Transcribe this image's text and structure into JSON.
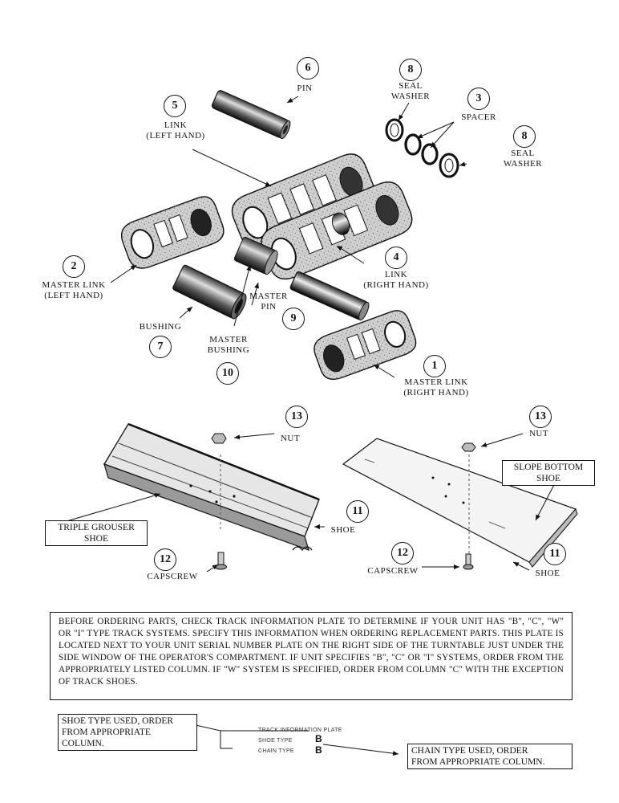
{
  "callouts": [
    {
      "id": "pin",
      "number": "6",
      "label": "PIN"
    },
    {
      "id": "seal-washer-top",
      "number": "8",
      "label": "SEAL\nWASHER"
    },
    {
      "id": "spacer",
      "number": "3",
      "label": "SPACER"
    },
    {
      "id": "seal-washer-right",
      "number": "8",
      "label": "SEAL\nWASHER"
    },
    {
      "id": "link-left",
      "number": "5",
      "label": "LINK\n(LEFT HAND)"
    },
    {
      "id": "master-link-left",
      "number": "2",
      "label": "MASTER LINK\n(LEFT HAND)"
    },
    {
      "id": "link-right",
      "number": "4",
      "label": "LINK\n(RIGHT HAND)"
    },
    {
      "id": "master-pin",
      "number": "9",
      "label": "MASTER\nPIN"
    },
    {
      "id": "bushing",
      "number": "7",
      "label": "BUSHING"
    },
    {
      "id": "master-bushing",
      "number": "10",
      "label": "MASTER\nBUSHING"
    },
    {
      "id": "master-link-right",
      "number": "1",
      "label": "MASTER LINK\n(RIGHT HAND)"
    },
    {
      "id": "nut-left",
      "number": "13",
      "label": "NUT"
    },
    {
      "id": "nut-right",
      "number": "13",
      "label": "NUT"
    },
    {
      "id": "shoe-left",
      "number": "11",
      "label": "SHOE"
    },
    {
      "id": "shoe-right",
      "number": "11",
      "label": "SHOE"
    },
    {
      "id": "capscrew-left",
      "number": "12",
      "label": "CAPSCREW"
    },
    {
      "id": "capscrew-right",
      "number": "12",
      "label": "CAPSCREW"
    }
  ],
  "boxes": {
    "triple_grouser": "TRIPLE GROUSER\nSHOE",
    "slope_bottom": "SLOPE BOTTOM\nSHOE",
    "shoe_type": "SHOE TYPE USED, ORDER\nFROM APPROPRIATE\nCOLUMN.",
    "chain_type": "CHAIN TYPE USED, ORDER\nFROM APPROPRIATE COLUMN."
  },
  "notice": "BEFORE ORDERING PARTS, CHECK TRACK INFORMATION PLATE TO DETERMINE IF YOUR UNIT HAS \"B\", \"C\", \"W\" OR \"I\" TYPE TRACK SYSTEMS. SPECIFY THIS INFORMATION WHEN ORDERING REPLACEMENT PARTS. THIS PLATE IS LOCATED NEXT TO YOUR UNIT SERIAL NUMBER PLATE ON THE RIGHT SIDE OF THE TURNTABLE JUST UNDER THE SIDE WINDOW OF THE OPERATOR'S COMPARTMENT. IF UNIT SPECIFIES \"B\", \"C\" OR \"I\" SYSTEMS, ORDER FROM THE APPROPRIATELY LISTED COLUMN. IF \"W\" SYSTEM IS SPECIFIED, ORDER FROM COLUMN \"C\" WITH THE EXCEPTION OF TRACK SHOES.",
  "plate": {
    "title": "TRACK INFORMATION PLATE",
    "shoe_type_label": "SHOE TYPE",
    "shoe_type_value": "B",
    "chain_type_label": "CHAIN TYPE",
    "chain_type_value": "B"
  }
}
